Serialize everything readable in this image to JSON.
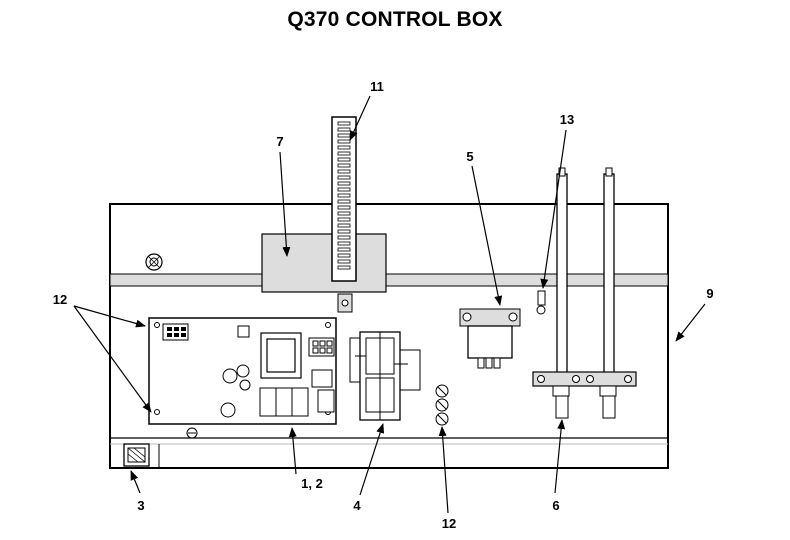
{
  "title": "Q370 CONTROL BOX",
  "callouts": {
    "c1": "11",
    "c2": "7",
    "c3": "5",
    "c4": "13",
    "c5": "12",
    "c6": "9",
    "c7": "3",
    "c8": "1, 2",
    "c9": "4",
    "c10": "12",
    "c11": "6"
  }
}
